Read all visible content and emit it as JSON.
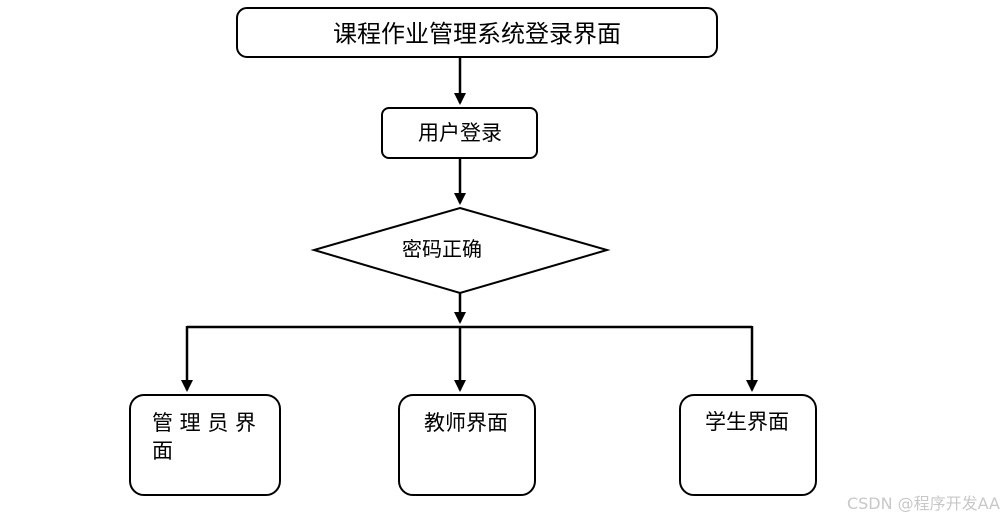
{
  "diagram": {
    "title": "课程作业管理系统登录界面",
    "nodes": {
      "user_login": "用户登录",
      "password_check": "密码正确",
      "admin_line1": "管 理 员 界",
      "admin_line2": "面",
      "teacher": "教师界面",
      "student": "学生界面"
    },
    "watermark": "CSDN @程序开发AA"
  },
  "colors": {
    "title": "#c0121e",
    "stroke": "#000000",
    "text": "#000000",
    "watermark": "#c8c8c8"
  }
}
